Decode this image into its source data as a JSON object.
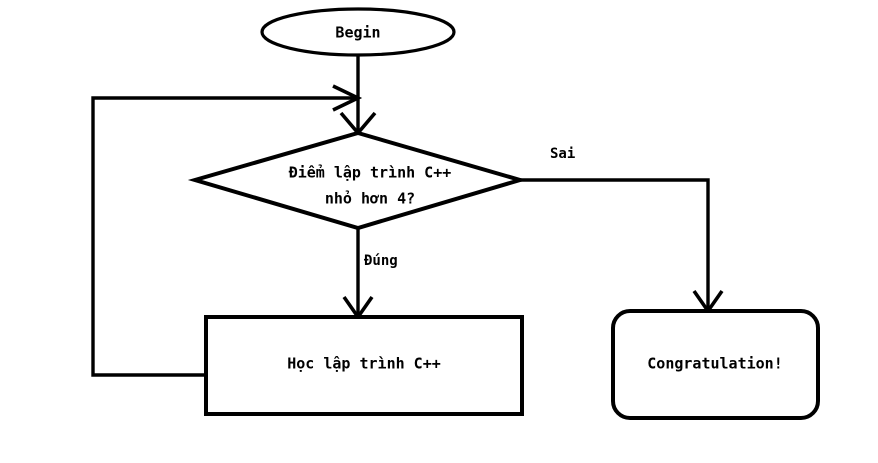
{
  "diagram": {
    "title": "Flowchart: C++ programming score decision loop",
    "background_color": "#ffffff",
    "stroke_color": "#000000",
    "nodes": {
      "start": {
        "shape": "ellipse",
        "label": "Begin",
        "name": "begin-terminal"
      },
      "decision": {
        "shape": "diamond",
        "label_line1": "Điểm lập trình C++",
        "label_line2": "nhỏ hơn 4?",
        "name": "decision-score-less-than-4"
      },
      "process": {
        "shape": "rectangle",
        "label": "Học lập trình C++",
        "name": "process-study-cpp"
      },
      "end": {
        "shape": "rounded-rectangle",
        "label": "Congratulation!",
        "name": "end-terminal-congratulation"
      }
    },
    "edges": {
      "true_branch_label": "Đúng",
      "false_branch_label": "Sai",
      "loop_back_label": ""
    }
  }
}
